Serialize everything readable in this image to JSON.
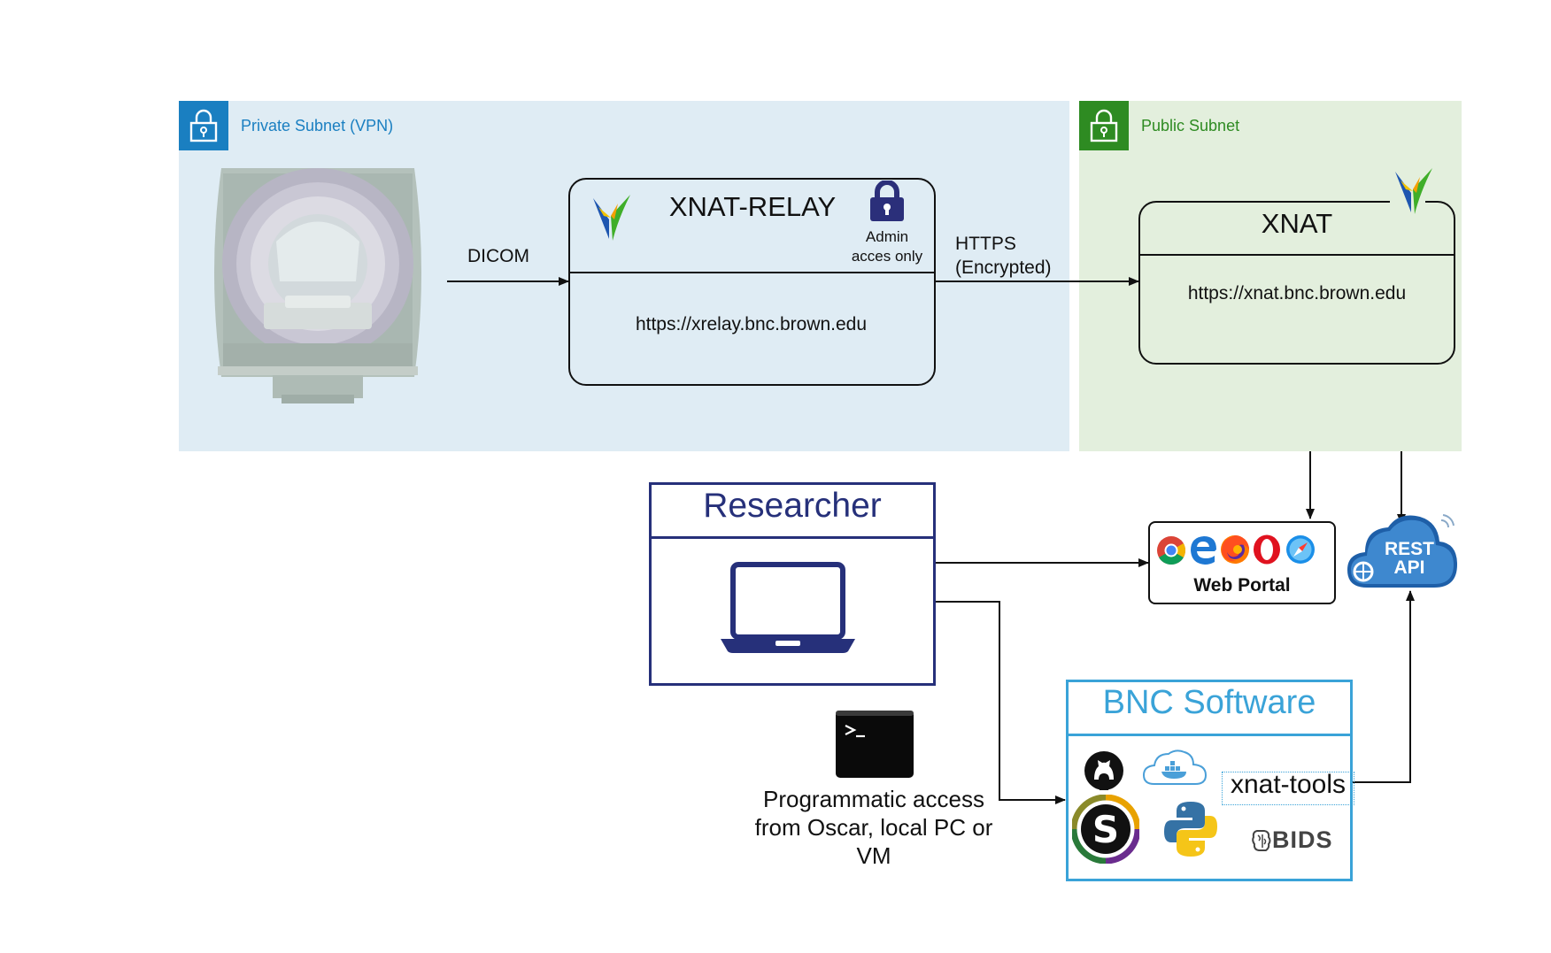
{
  "private_subnet": {
    "label": "Private Subnet (VPN)"
  },
  "public_subnet": {
    "label": "Public Subnet"
  },
  "dicom_label": "DICOM",
  "https_label": "HTTPS",
  "encrypted_label": "(Encrypted)",
  "relay": {
    "title": "XNAT-RELAY",
    "admin_line1": "Admin",
    "admin_line2": "acces only",
    "url": "https://xrelay.bnc.brown.edu"
  },
  "xnat": {
    "title": "XNAT",
    "url": "https://xnat.bnc.brown.edu"
  },
  "researcher": {
    "title": "Researcher"
  },
  "web_portal": {
    "label": "Web Portal"
  },
  "rest_api": {
    "line1": "REST",
    "line2": "API"
  },
  "bnc_software": {
    "title": "BNC Software",
    "xnat_tools": "xnat-tools",
    "bids": "BIDS"
  },
  "programmatic": {
    "line1": "Programmatic access",
    "line2": "from Oscar, local PC or",
    "line3": "VM"
  },
  "colors": {
    "private_bg": "#dfecf4",
    "private_accent": "#1a7fc1",
    "public_bg": "#e3efdd",
    "public_accent": "#2e8b22",
    "researcher": "#26307a",
    "bnc": "#3aa3d8"
  }
}
